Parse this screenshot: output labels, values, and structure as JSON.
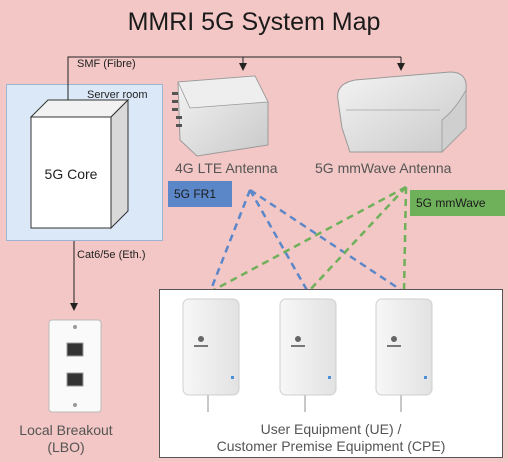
{
  "title": "MMRI 5G System Map",
  "server_room": {
    "label": "Server room"
  },
  "core": {
    "label": "5G Core"
  },
  "links": {
    "fibre_label": "SMF (Fibre)",
    "ethernet_label": "Cat6/5e (Eth.)"
  },
  "antennas": {
    "lte": {
      "label": "4G LTE Antenna",
      "band": "5G FR1",
      "band_color": "#5b87c9"
    },
    "mmwave": {
      "label": "5G mmWave Antenna",
      "band": "5G mmWave",
      "band_color": "#6fb05a"
    }
  },
  "lbo": {
    "line1": "Local Breakout",
    "line2": "(LBO)"
  },
  "ue": {
    "line1": "User Equipment (UE) /",
    "line2": "Customer Premise Equipment (CPE)",
    "device_count": 3
  },
  "colors": {
    "background": "#f2c7c5",
    "server_room": "#dbe8f7",
    "fr1_link": "#5b87c9",
    "mmwave_link": "#6fb05a"
  }
}
